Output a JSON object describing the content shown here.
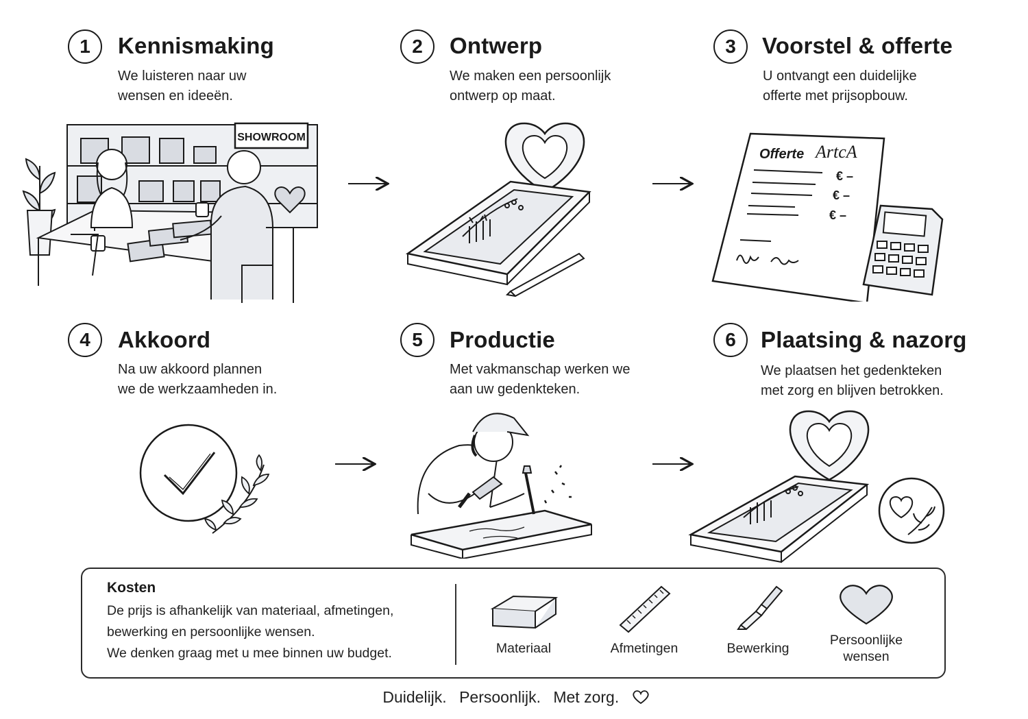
{
  "steps": [
    {
      "number": "1",
      "title": "Kennismaking",
      "description": [
        "We luisteren naar uw",
        "wensen en ideeën."
      ],
      "showroom_sign": "SHOWROOM"
    },
    {
      "number": "2",
      "title": "Ontwerp",
      "description": [
        "We maken een persoonlijk",
        "ontwerp op maat."
      ]
    },
    {
      "number": "3",
      "title": "Voorstel & offerte",
      "description": [
        "U ontvangt een duidelijke",
        "offerte met prijsopbouw."
      ],
      "document_title": "Offerte",
      "brand": "ArtcA",
      "currency_lines": [
        "€ –",
        "€ –",
        "€ –"
      ]
    },
    {
      "number": "4",
      "title": "Akkoord",
      "description": [
        "Na uw akkoord plannen",
        "we de werkzaamheden in."
      ]
    },
    {
      "number": "5",
      "title": "Productie",
      "description": [
        "Met vakmanschap werken we",
        "aan uw gedenkteken."
      ]
    },
    {
      "number": "6",
      "title": "Plaatsing & nazorg",
      "description": [
        "We plaatsen het gedenkteken",
        "met zorg en blijven betrokken."
      ]
    }
  ],
  "costs": {
    "title": "Kosten",
    "text": [
      "De prijs is afhankelijk van materiaal, afmetingen,",
      "bewerking en persoonlijke wensen.",
      "We denken graag met u mee binnen uw budget."
    ],
    "factors": [
      {
        "label": [
          "Materiaal"
        ],
        "icon": "stone-block-icon"
      },
      {
        "label": [
          "Afmetingen"
        ],
        "icon": "ruler-icon"
      },
      {
        "label": [
          "Bewerking"
        ],
        "icon": "chisel-icon"
      },
      {
        "label": [
          "Persoonlijke",
          "wensen"
        ],
        "icon": "heart-icon"
      }
    ]
  },
  "tagline": [
    "Duidelijk.",
    "Persoonlijk.",
    "Met zorg."
  ],
  "colors": {
    "ink": "#1a1a1a",
    "shade": "#d9dce2",
    "paper": "#ffffff"
  }
}
